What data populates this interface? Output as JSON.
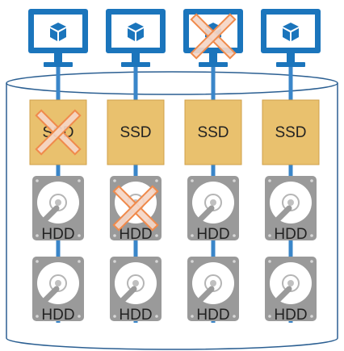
{
  "colors": {
    "monitor_blue": "#1b75bc",
    "screen_fill": "#ffffff",
    "cube_blue": "#1b75bc",
    "connector_blue": "#3a86c9",
    "cylinder_stroke": "#2b5f92",
    "ssd_fill": "#e9c16e",
    "ssd_stroke": "#d0a04a",
    "hdd_case": "#9a9a9a",
    "hdd_platter": "#ffffff",
    "cross_fill": "#f5d6c6",
    "cross_stroke": "#f08a4b"
  },
  "icons": {
    "monitor": "monitor-icon",
    "app": "cube-icon",
    "ssd": "ssd-drive-icon",
    "hdd": "hard-disk-icon",
    "failure": "x-cross-icon"
  },
  "nodes": [
    {
      "ssd_label": "SSD",
      "hdd_labels": [
        "HDD",
        "HDD"
      ],
      "monitor_failed": false,
      "ssd_failed": true,
      "hdd_failed": [
        false,
        false
      ]
    },
    {
      "ssd_label": "SSD",
      "hdd_labels": [
        "HDD",
        "HDD"
      ],
      "monitor_failed": false,
      "ssd_failed": false,
      "hdd_failed": [
        true,
        false
      ]
    },
    {
      "ssd_label": "SSD",
      "hdd_labels": [
        "HDD",
        "HDD"
      ],
      "monitor_failed": true,
      "ssd_failed": false,
      "hdd_failed": [
        false,
        false
      ]
    },
    {
      "ssd_label": "SSD",
      "hdd_labels": [
        "HDD",
        "HDD"
      ],
      "monitor_failed": false,
      "ssd_failed": false,
      "hdd_failed": [
        false,
        false
      ]
    }
  ]
}
